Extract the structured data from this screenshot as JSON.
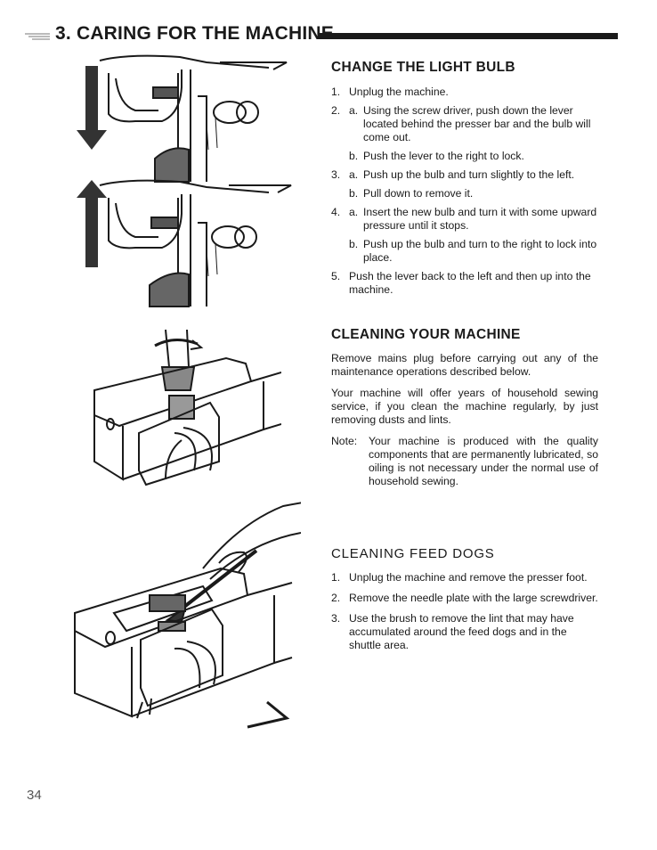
{
  "header": {
    "title": "3. CARING FOR THE MACHINE"
  },
  "light_bulb": {
    "heading": "CHANGE THE LIGHT BULB",
    "steps": [
      {
        "num": "1.",
        "text": "Unplug the machine."
      },
      {
        "num": "2.",
        "subs": [
          {
            "label": "a.",
            "text": "Using the screw driver, push down the lever located behind the presser bar and the bulb will come out."
          },
          {
            "label": "b.",
            "text": "Push the lever to the right to lock."
          }
        ]
      },
      {
        "num": "3.",
        "subs": [
          {
            "label": "a.",
            "text": "Push up the bulb and turn slightly to the left."
          },
          {
            "label": "b.",
            "text": "Pull down to remove it."
          }
        ]
      },
      {
        "num": "4.",
        "subs": [
          {
            "label": "a.",
            "text": "Insert the new bulb and turn it with some upward pressure until it stops."
          },
          {
            "label": "b.",
            "text": "Push up the bulb and turn to the right to lock into place."
          }
        ]
      },
      {
        "num": "5.",
        "text": "Push the lever back to the left and then up into the machine."
      }
    ]
  },
  "cleaning": {
    "heading": "CLEANING YOUR MACHINE",
    "para1": "Remove mains plug before carrying out any of the maintenance operations described below.",
    "para2": "Your machine will offer years of household sewing service, if you clean the machine regularly, by just removing dusts and lints.",
    "note_label": "Note:",
    "note_text": "Your machine is produced with the quality components that are permanently lubricated, so oiling is not necessary under the normal use of household sewing."
  },
  "feed_dogs": {
    "heading": "CLEANING FEED DOGS",
    "steps": [
      {
        "num": "1.",
        "text": "Unplug the machine and remove the presser foot."
      },
      {
        "num": "2.",
        "text": "Remove the needle plate with the large screwdriver."
      },
      {
        "num": "3.",
        "text": "Use the brush to remove the lint that may have accumulated around the feed dogs and in the shuttle area."
      }
    ]
  },
  "page_number": "34"
}
